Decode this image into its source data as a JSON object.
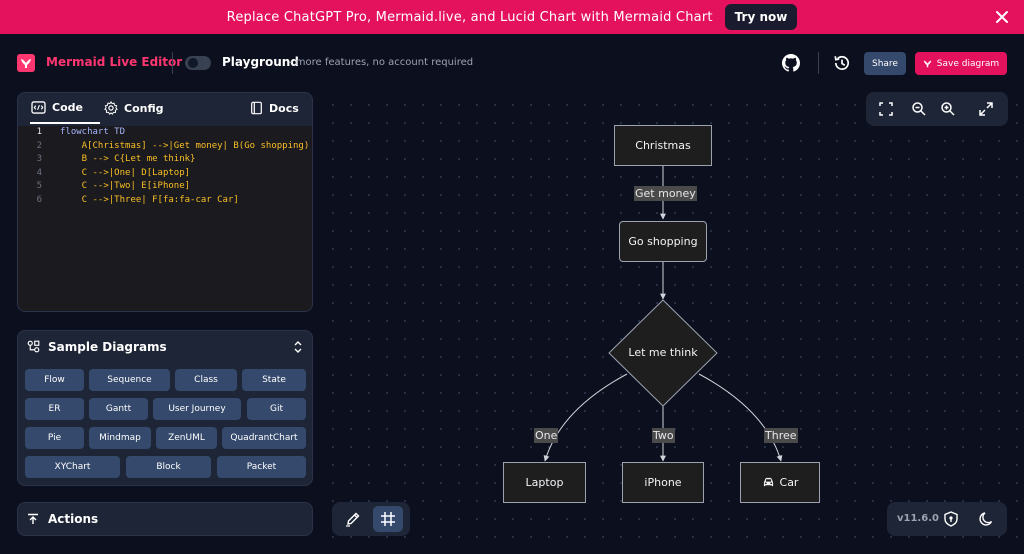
{
  "banner": {
    "text": "Replace ChatGPT Pro, Mermaid.live, and Lucid Chart with Mermaid Chart",
    "button": "Try now"
  },
  "header": {
    "title": "Mermaid Live Editor",
    "playground_label": "Playground",
    "playground_sub": "- more features, no account required",
    "share": "Share",
    "save": "Save diagram"
  },
  "editor": {
    "tabs": [
      "Code",
      "Config",
      "Docs"
    ],
    "lines": [
      {
        "num": "1",
        "text": "flowchart TD"
      },
      {
        "num": "2",
        "text": "    A[Christmas] -->|Get money| B(Go shopping)"
      },
      {
        "num": "3",
        "text": "    B --> C{Let me think}"
      },
      {
        "num": "4",
        "text": "    C -->|One| D[Laptop]"
      },
      {
        "num": "5",
        "text": "    C -->|Two| E[iPhone]"
      },
      {
        "num": "6",
        "text": "    C -->|Three| F[fa:fa-car Car]"
      }
    ]
  },
  "samples": {
    "title": "Sample Diagrams",
    "items": [
      "Flow",
      "Sequence",
      "Class",
      "State",
      "ER",
      "Gantt",
      "User Journey",
      "Git",
      "Pie",
      "Mindmap",
      "ZenUML",
      "QuadrantChart",
      "XYChart",
      "Block",
      "Packet"
    ]
  },
  "actions": {
    "title": "Actions"
  },
  "version": "v11.6.0",
  "diagram": {
    "nodes": {
      "christmas": "Christmas",
      "shopping": "Go shopping",
      "think": "Let me think",
      "laptop": "Laptop",
      "iphone": "iPhone",
      "car": "Car"
    },
    "edges": {
      "get_money": "Get money",
      "one": "One",
      "two": "Two",
      "three": "Three"
    }
  },
  "icons": {
    "logo": "mermaid-logo-icon",
    "close": "close-icon",
    "github": "github-icon",
    "history": "history-icon",
    "code": "code-icon",
    "config": "gear-icon",
    "docs": "book-icon",
    "samples": "shapes-icon",
    "collapse": "chevron-icon",
    "actions": "upload-icon",
    "fit": "fit-screen-icon",
    "zoom_out": "zoom-out-icon",
    "zoom_in": "zoom-in-icon",
    "expand": "expand-icon",
    "pan": "pencil-icon",
    "grid": "grid-icon",
    "privacy": "shield-icon",
    "theme": "moon-icon",
    "car": "car-icon"
  },
  "colors": {
    "accent": "#e4125d",
    "brand": "#ff3670",
    "chip": "#34496b",
    "panel": "#1e2536",
    "background": "#0b0f1e"
  }
}
